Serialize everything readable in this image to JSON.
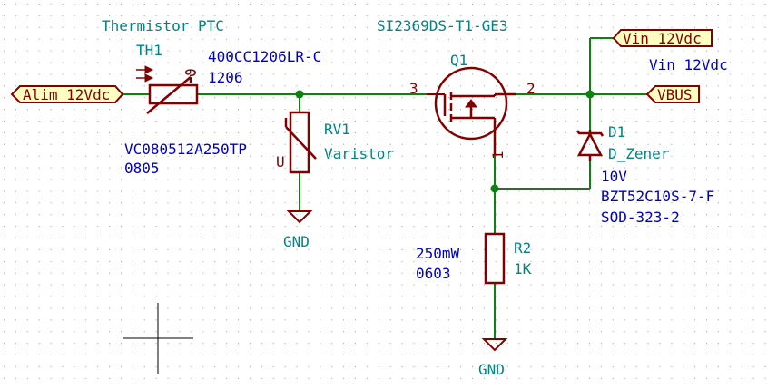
{
  "labels": {
    "alim": "Alim_12Vdc",
    "vin": "Vin_12Vdc",
    "vbus": "VBUS",
    "vin_note": "Vin 12Vdc"
  },
  "th1": {
    "name": "Thermistor_PTC",
    "ref": "TH1",
    "part": "400CC1206LR-C",
    "package": "1206",
    "mark": "ϑ"
  },
  "rv1": {
    "ref": "RV1",
    "value": "Varistor",
    "part": "VC080512A250TP",
    "package": "0805",
    "mark": "U"
  },
  "q1": {
    "part": "SI2369DS-T1-GE3",
    "ref": "Q1",
    "pin_gate": "3",
    "pin_drain": "2",
    "pin_source": "1"
  },
  "d1": {
    "ref": "D1",
    "value": "D_Zener",
    "voltage": "10V",
    "part": "BZT52C10S-7-F",
    "package": "SOD-323-2"
  },
  "r2": {
    "power": "250mW",
    "package": "0603",
    "ref": "R2",
    "value": "1K"
  },
  "gnd": {
    "label_rv1": "GND",
    "label_r2": "GND"
  },
  "colors": {
    "wire": "#108010",
    "symbol": "#840000",
    "reference": "#008484",
    "field": "#0000c2",
    "label_fill": "#ffffc2",
    "grid": "#9a9a9a"
  }
}
